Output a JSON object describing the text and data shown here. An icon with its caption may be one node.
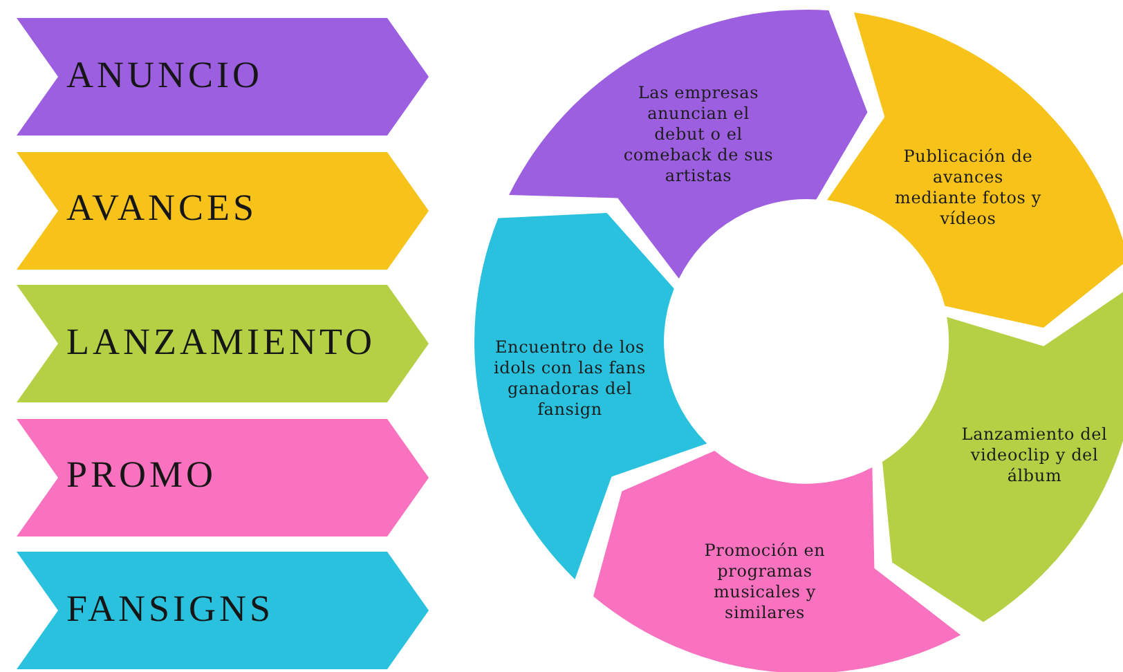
{
  "diagram": {
    "nodes": [
      {
        "text": [
          "ANUNCIO"
        ]
      },
      {
        "text": [
          "AVANCES"
        ]
      },
      {
        "text": [
          "LANZAMIENTO"
        ]
      },
      {
        "text": [
          "PROMO"
        ]
      },
      {
        "text": [
          "FANSIGNS"
        ]
      },
      {
        "text": [
          "Las empresas anuncian el debut o el comeback de sus artistas"
        ]
      },
      {
        "text": [
          "Publicación de avances mediante fotos y vídeos"
        ]
      },
      {
        "text": [
          "Lanzamiento del videoclip y del álbum"
        ]
      },
      {
        "text": [
          "Promoción en programas musicales y similares"
        ]
      },
      {
        "text": [
          "Encuentro de los idols con las fans ganadoras del fansign"
        ]
      }
    ]
  }
}
